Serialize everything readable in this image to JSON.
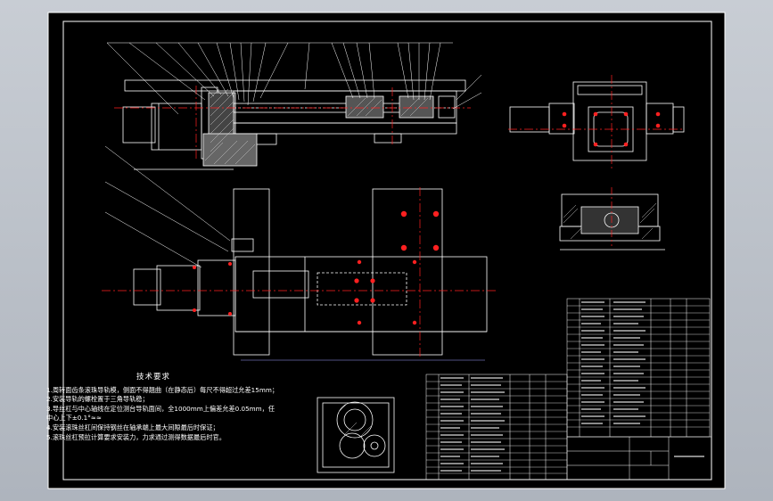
{
  "tech_requirements": {
    "title": "技术要求",
    "items": [
      "1.周转面齿条滚珠导轨模，侧面不得翘曲（在静态后）每尺不得超过允差15mm；",
      "2.安装导轨的螺栓置于三角导轨稳；",
      "3.导丝杠与中心轴线在定位测台导轨面间，全1000mm上偏差允差0.05mm，任",
      "   中心上下±0.1°≈≈",
      "4.安装滚珠丝杠间保持钢丝在轴承端上最大间隙最后时保证；",
      "5.滚珠丝杠预拉计算要求安装力，力求通过测得数据最后时官。"
    ]
  },
  "icons": {
    "center_line": "center-line",
    "bolt_hole": "bolt-hole-symbol"
  },
  "colors": {
    "background": "#000000",
    "outline": "#ffffff",
    "center_line": "#ff2020",
    "hatch": "#c8c8c8",
    "dimension": "#a0a0ff",
    "leader": "#ffffff"
  }
}
